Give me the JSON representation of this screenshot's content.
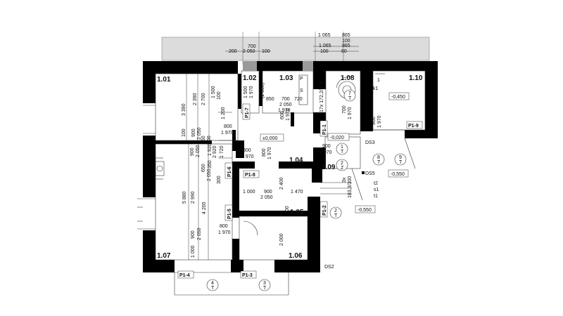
{
  "rooms": {
    "r101": "1.01",
    "r102": "1.02",
    "r103": "1.03",
    "r104": "1.04",
    "r105": "1.05",
    "r106": "1.06",
    "r107": "1.07",
    "r108": "1.08",
    "r109": "1.09",
    "r110": "1.10"
  },
  "elevations": {
    "zero": "±0,000",
    "m020": "-0,020",
    "m450": "-0,450",
    "m550a": "-0,550",
    "m550b": "-0,550"
  },
  "doors": {
    "p17": "P1-7",
    "p11": "P1-1",
    "p16": "P1-6",
    "p18": "P1-8",
    "p15": "P1-5",
    "p12": "P1-2",
    "p14": "P1-4",
    "p13": "P1-3",
    "p19": "P1-9"
  },
  "markers": {
    "ds3": "DS3",
    "ds5": "DS5",
    "ds2": "DS2",
    "t2": "t2",
    "s1": "s1",
    "t1": "t1",
    "k1": "k1",
    "one": "1",
    "p": "P",
    "s": "S"
  },
  "circles": {
    "c1": {
      "n": "1",
      "l": "T"
    },
    "c2": {
      "n": "2",
      "l": "Z"
    },
    "c2b": {
      "n": "2",
      "l": "T"
    },
    "c3": {
      "n": "3",
      "l": "T"
    },
    "c4": {
      "n": "4",
      "l": "T"
    },
    "c7": {
      "n": "7",
      "l": "T"
    },
    "c8": {
      "n": "8",
      "l": "T"
    },
    "c9": {
      "n": "9",
      "l": "T"
    }
  },
  "dims": {
    "top_200": "200",
    "top_700": "700",
    "top_2050": "2 050",
    "top_100": "100",
    "tr_1065a": "1 065",
    "tr_865": "865",
    "tr_100a": "100",
    "tr_1065b": "1 065",
    "tr_865b": "865",
    "tr_100b": "100",
    "tr_60": "60",
    "v3390": "3 390",
    "v2390": "2 390",
    "v2700": "2 700",
    "v1500": "1 500",
    "v100a": "100",
    "v1200": "1 200",
    "v900a": "900",
    "v2050a": "2 050",
    "v100b": "100",
    "v900b": "900",
    "v2050b": "2 050",
    "v350a": "350",
    "v100c": "100",
    "v1920": "1 920",
    "v2920": "2 920",
    "v1720": "1 720",
    "v650": "650",
    "v350b": "350",
    "v2050c": "2 050",
    "v300": "300",
    "v5880": "5 880",
    "v2990": "2 990",
    "v4200": "4 200",
    "v900c": "900",
    "v2050d": "2 050",
    "v1000a": "1 000",
    "h800a": "800",
    "h1970a": "1 970",
    "h800b": "800",
    "h1970b": "1 970",
    "h800c": "800",
    "h1970c": "1 970",
    "v1500b": "1 500",
    "v1970d": "1 970",
    "v2000a": "(2 000)",
    "h850": "850",
    "h700": "700",
    "h720": "720",
    "h2050": "2 050",
    "h1970d": "1 970",
    "v600": "600",
    "v1970e": "1 970",
    "v800": "800",
    "v1970f": "1 970",
    "stair": "17x 172,2/270",
    "v700": "700",
    "v1970g": "1 970",
    "h900a": "900",
    "h1970h": "1 970",
    "v900d": "900",
    "v1970i": "1 970",
    "h1000": "1 000",
    "h900b": "900",
    "h2050b": "2 050",
    "h1470": "1 470",
    "v2400": "2 400",
    "v100d": "100",
    "v2000b": "2 000",
    "stair2": "3x",
    "stair3": "183,3/300"
  }
}
